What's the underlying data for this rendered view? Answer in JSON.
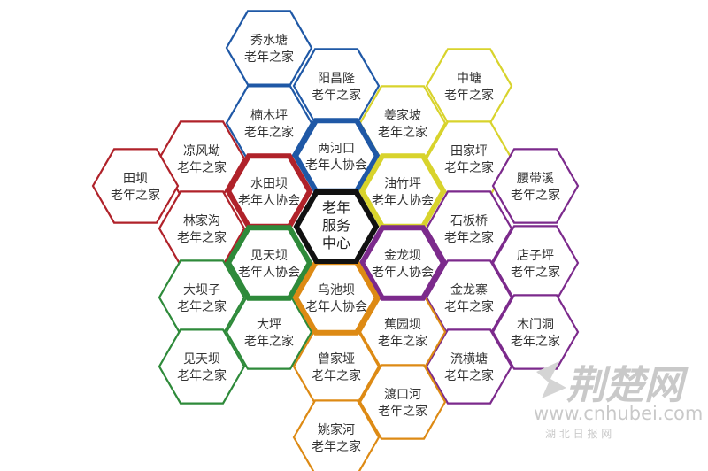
{
  "colors": {
    "blue": "#1f58a6",
    "red": "#b0222a",
    "yellow": "#d8d32c",
    "purple": "#7c2a8c",
    "green": "#2e8a3a",
    "orange": "#dd8a14",
    "black": "#111111"
  },
  "center": {
    "lines": [
      "老年",
      "服务",
      "中心"
    ]
  },
  "associations": [
    {
      "name": "两河口",
      "sub": "老年人协会",
      "color": "blue"
    },
    {
      "name": "水田坝",
      "sub": "老年人协会",
      "color": "red"
    },
    {
      "name": "油竹坪",
      "sub": "老年人协会",
      "color": "yellow"
    },
    {
      "name": "金龙坝",
      "sub": "老年人协会",
      "color": "purple"
    },
    {
      "name": "见天坝",
      "sub": "老年人协会",
      "color": "green"
    },
    {
      "name": "乌池坝",
      "sub": "老年人协会",
      "color": "orange"
    }
  ],
  "homes": [
    {
      "name": "秀水塘",
      "sub": "老年之家",
      "color": "blue"
    },
    {
      "name": "阳昌隆",
      "sub": "老年之家",
      "color": "blue"
    },
    {
      "name": "楠木坪",
      "sub": "老年之家",
      "color": "blue"
    },
    {
      "name": "中塘",
      "sub": "老年之家",
      "color": "yellow"
    },
    {
      "name": "姜家坡",
      "sub": "老年之家",
      "color": "yellow"
    },
    {
      "name": "田家坪",
      "sub": "老年之家",
      "color": "yellow"
    },
    {
      "name": "凉风坳",
      "sub": "老年之家",
      "color": "red"
    },
    {
      "name": "田坝",
      "sub": "老年之家",
      "color": "red"
    },
    {
      "name": "林家沟",
      "sub": "老年之家",
      "color": "red"
    },
    {
      "name": "腰带溪",
      "sub": "老年之家",
      "color": "purple"
    },
    {
      "name": "石板桥",
      "sub": "老年之家",
      "color": "purple"
    },
    {
      "name": "店子坪",
      "sub": "老年之家",
      "color": "purple"
    },
    {
      "name": "金龙寨",
      "sub": "老年之家",
      "color": "purple"
    },
    {
      "name": "木门洞",
      "sub": "老年之家",
      "color": "purple"
    },
    {
      "name": "流横塘",
      "sub": "老年之家",
      "color": "purple"
    },
    {
      "name": "大坝子",
      "sub": "老年之家",
      "color": "green"
    },
    {
      "name": "大坪",
      "sub": "老年之家",
      "color": "green"
    },
    {
      "name": "见天坝",
      "sub": "老年之家",
      "color": "green"
    },
    {
      "name": "蕉园坝",
      "sub": "老年之家",
      "color": "orange"
    },
    {
      "name": "曾家垭",
      "sub": "老年之家",
      "color": "orange"
    },
    {
      "name": "渡口河",
      "sub": "老年之家",
      "color": "orange"
    },
    {
      "name": "姚家河",
      "sub": "老年之家",
      "color": "orange"
    }
  ],
  "watermark": {
    "title": "荆楚网",
    "url": "www.cnhubei.com",
    "subtitle": "湖 北 日 报 网"
  }
}
